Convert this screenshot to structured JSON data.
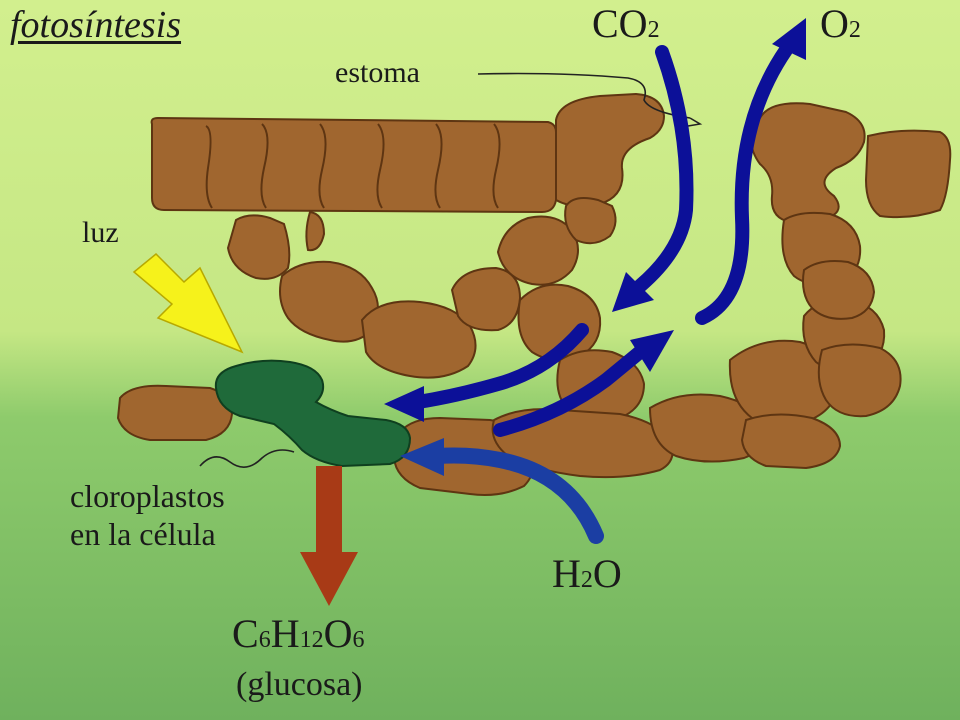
{
  "title": "fotosíntesis",
  "labels": {
    "estoma": "estoma",
    "luz": "luz",
    "cloroplastos_line1": "cloroplastos",
    "cloroplastos_line2": "en la célula"
  },
  "formulas": {
    "co2": {
      "base": "CO",
      "sub": "2"
    },
    "o2": {
      "base": "O",
      "sub": "2"
    },
    "h2o": {
      "base1": "H",
      "sub": "2",
      "base2": "O"
    },
    "glucose": {
      "c": "C",
      "c_n": "6",
      "h": "H",
      "h_n": "12",
      "o": "O",
      "o_n": "6",
      "name": "(glucosa)"
    }
  },
  "colors": {
    "background_top": "#cdee88",
    "background_bottom": "#73b45f",
    "cell": "#a0662f",
    "cell_outline": "#5e3512",
    "chloroplast": "#1f6a3a",
    "gas_arrows": "#0c1098",
    "water_arrow": "#1b3ea3",
    "light_arrow": "#f6f21b",
    "glucose_arrow": "#a83a16"
  }
}
